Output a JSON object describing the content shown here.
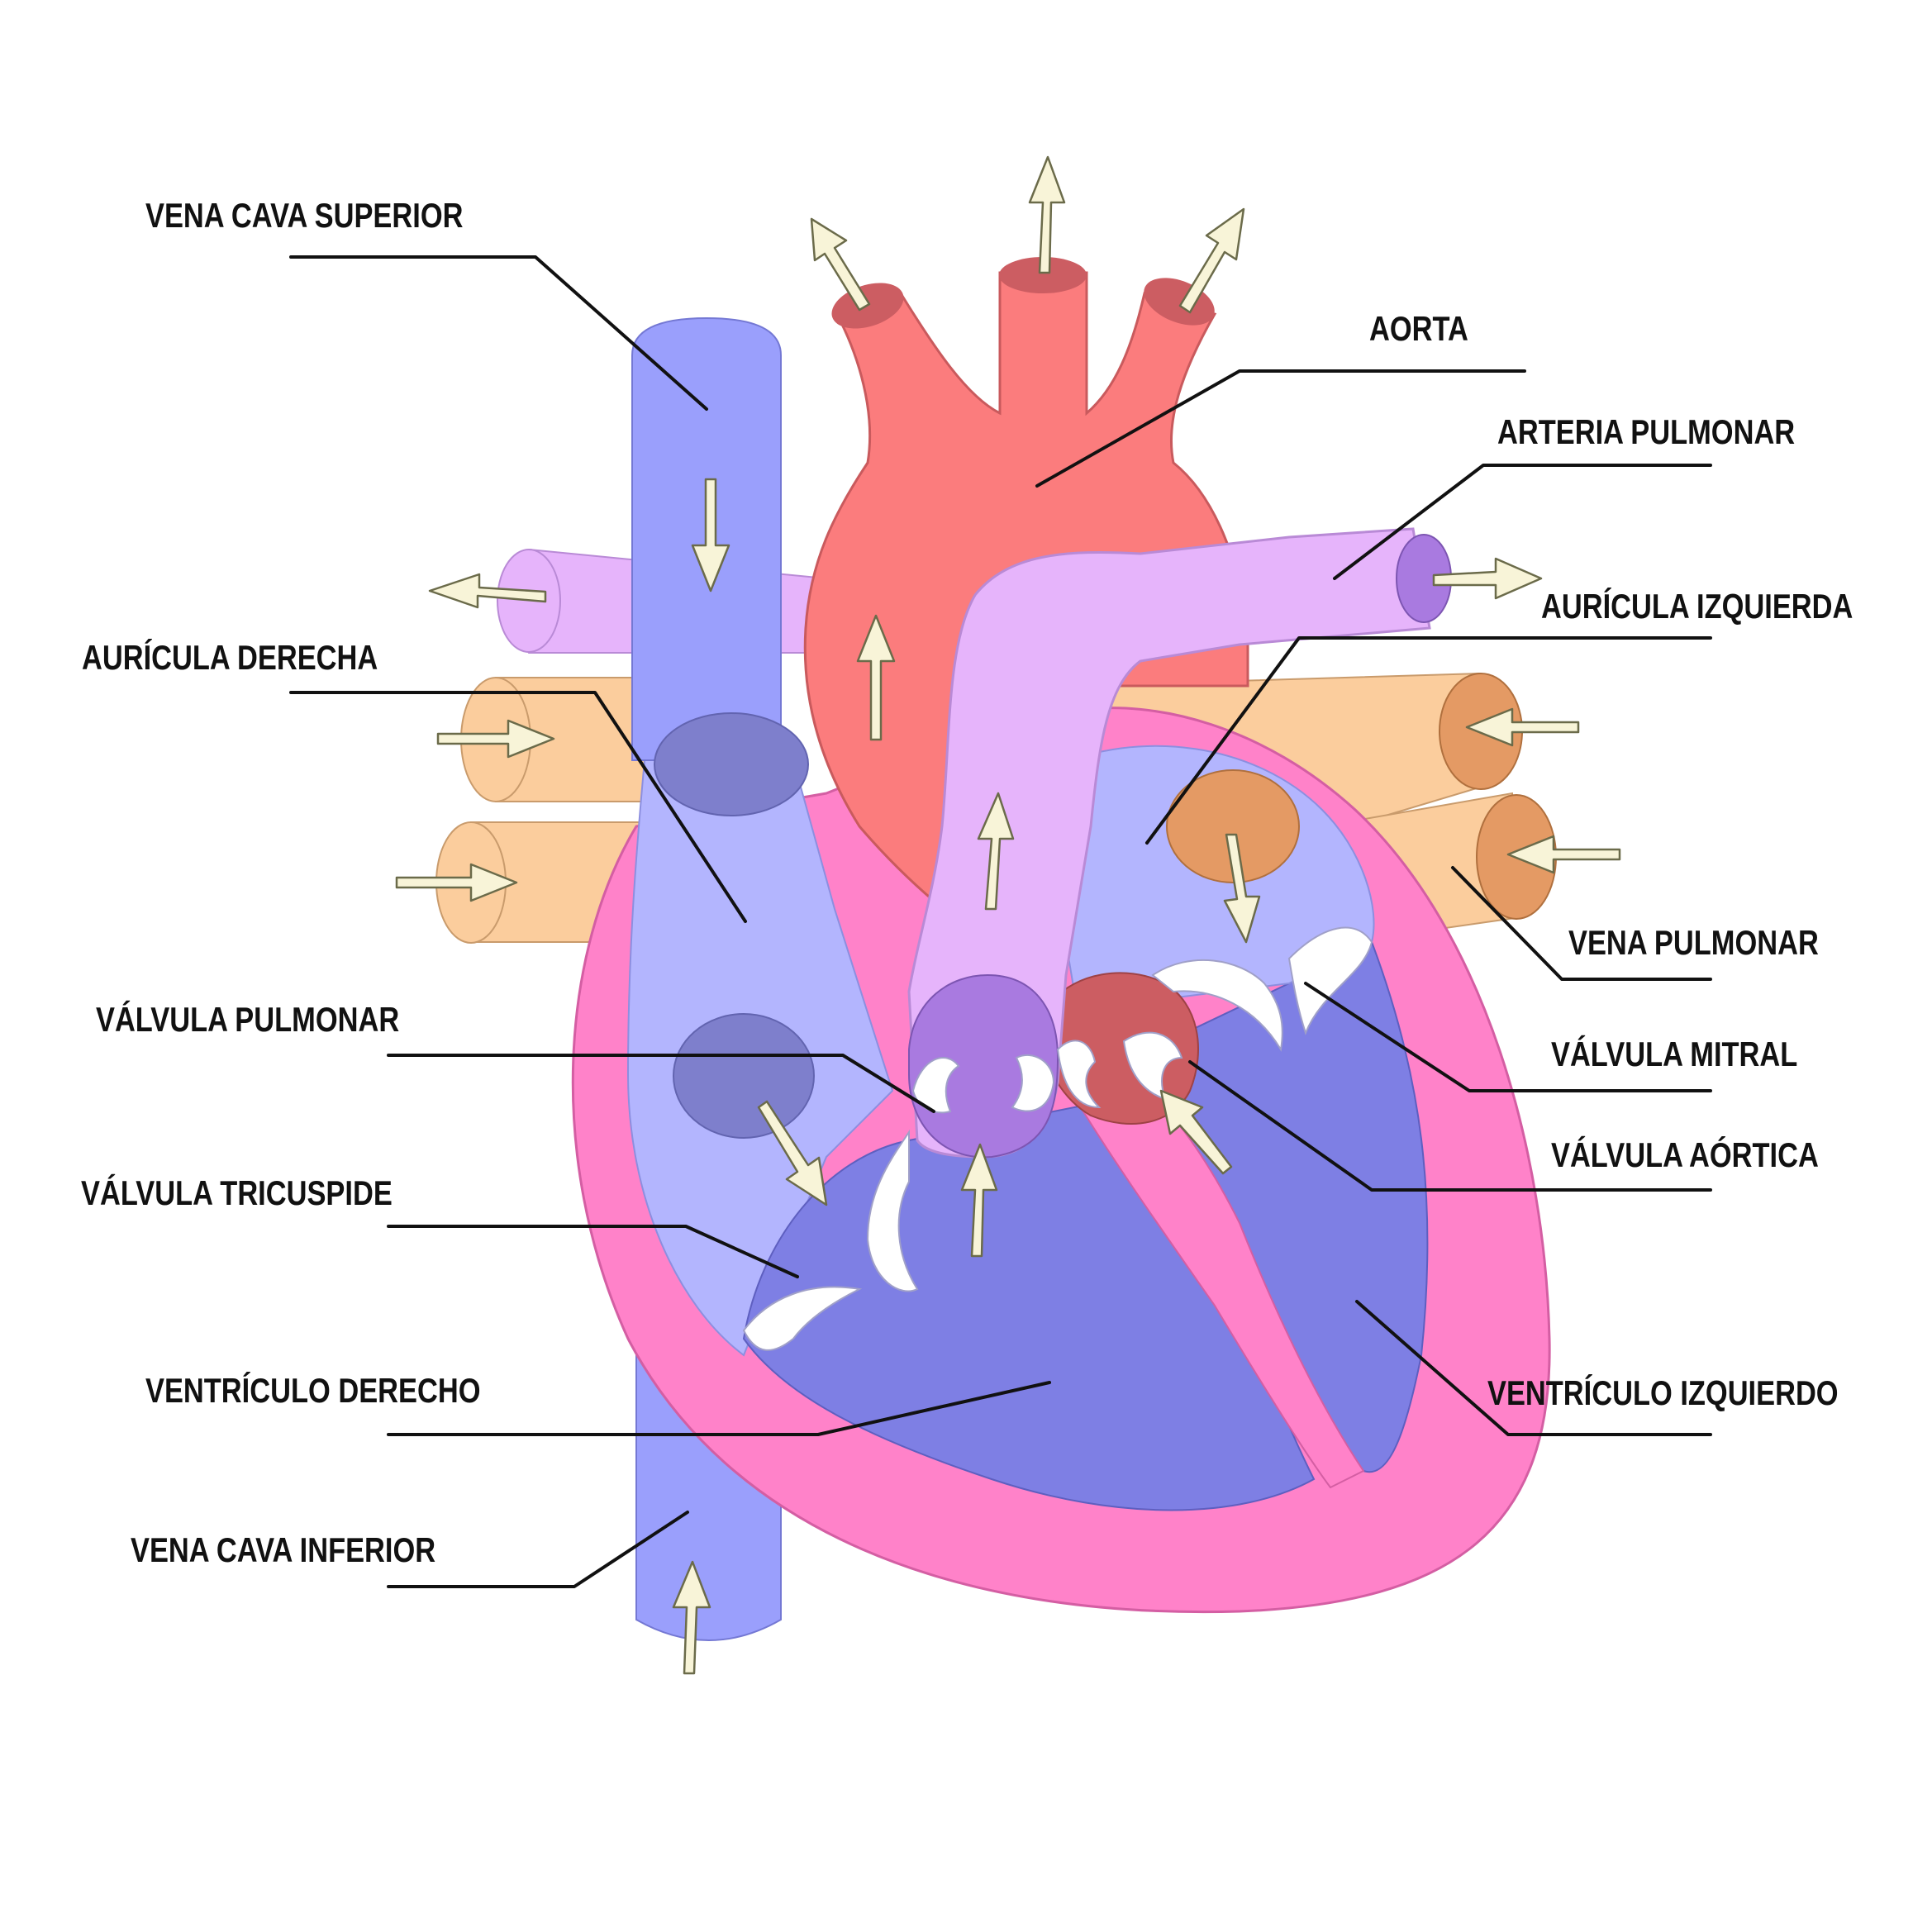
{
  "labels": {
    "vena_cava_superior": "VENA CAVA SUPERIOR",
    "aorta": "AORTA",
    "arteria_pulmonar": "ARTERIA PULMONAR",
    "auricula_izquierda": "AURÍCULA IZQUIERDA",
    "auricula_derecha": "AURÍCULA DERECHA",
    "vena_pulmonar": "VENA PULMONAR",
    "valvula_mitral": "VÁLVULA MITRAL",
    "valvula_pulmonar": "VÁLVULA PULMONAR",
    "valvula_aortica": "VÁLVULA AÓRTICA",
    "valvula_tricuspide": "VÁLVULA TRICUSPIDE",
    "ventriculo_derecho": "VENTRÍCULO DERECHO",
    "ventriculo_izquierdo": "VENTRÍCULO IZQUIERDO",
    "vena_cava_inferior": "VENA CAVA INFERIOR"
  },
  "colors": {
    "deoxygenated_vessel": "#9a9ffc",
    "right_atrium": "#b3b5fe",
    "ventricle": "#7e7fe4",
    "myocardium": "#ff82c9",
    "aorta": "#fb7c7d",
    "aorta_dark": "#cc5d62",
    "pulmonary_artery": "#e6b4fb",
    "pulmonary_dark": "#a97ae0",
    "pulmonary_vein": "#fbcd9d",
    "pulmonary_vein_dark": "#e49a64",
    "arrow_fill": "#f8f4d8"
  }
}
